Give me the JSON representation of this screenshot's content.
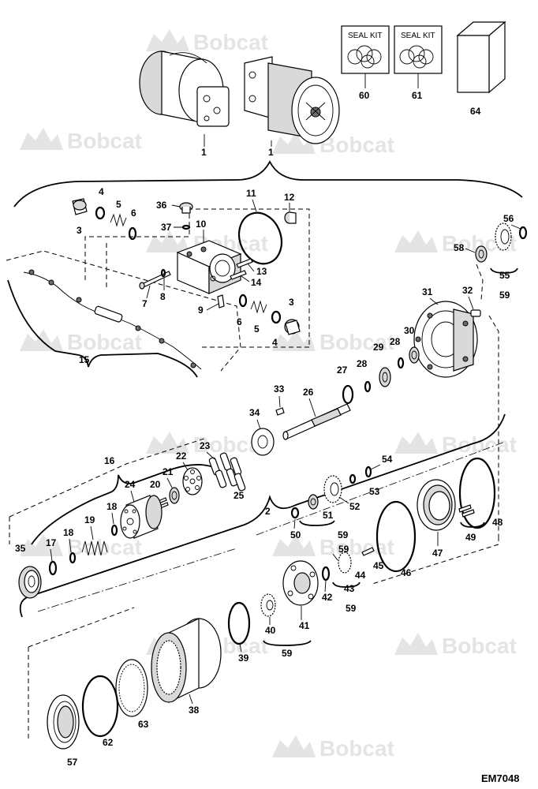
{
  "drawing_code": "EM7048",
  "watermark_text": "Bobcat",
  "kits": {
    "seal_kit_label_a": "SEAL KIT",
    "seal_kit_label_b": "SEAL KIT"
  },
  "callouts": {
    "n1a": "1",
    "n1b": "1",
    "n60": "60",
    "n61": "61",
    "n64": "64",
    "n2": "2",
    "n3a": "3",
    "n3b": "3",
    "n4a": "4",
    "n4b": "4",
    "n5a": "5",
    "n5b": "5",
    "n6a": "6",
    "n6b": "6",
    "n7": "7",
    "n8": "8",
    "n9": "9",
    "n10": "10",
    "n11": "11",
    "n12": "12",
    "n13": "13",
    "n14": "14",
    "n15": "15",
    "n16": "16",
    "n17": "17",
    "n18a": "18",
    "n18b": "18",
    "n19": "19",
    "n20": "20",
    "n21": "21",
    "n22": "22",
    "n23": "23",
    "n24": "24",
    "n25": "25",
    "n26": "26",
    "n27": "27",
    "n28a": "28",
    "n28b": "28",
    "n29": "29",
    "n30": "30",
    "n31": "31",
    "n32": "32",
    "n33": "33",
    "n34": "34",
    "n35": "35",
    "n36": "36",
    "n37": "37",
    "n38": "38",
    "n39": "39",
    "n40": "40",
    "n41": "41",
    "n42": "42",
    "n43": "43",
    "n44": "44",
    "n45": "45",
    "n46": "46",
    "n47": "47",
    "n48": "48",
    "n49": "49",
    "n50": "50",
    "n51": "51",
    "n52": "52",
    "n53": "53",
    "n54": "54",
    "n55": "55",
    "n56": "56",
    "n57": "57",
    "n58": "58",
    "n59a": "59",
    "n59b": "59",
    "n59c": "59",
    "n59d": "59",
    "n59e": "59",
    "n62": "62",
    "n63": "63"
  },
  "colors": {
    "line": "#000000",
    "watermark": "#e4e4e4",
    "shade": "#d9d9d9"
  }
}
